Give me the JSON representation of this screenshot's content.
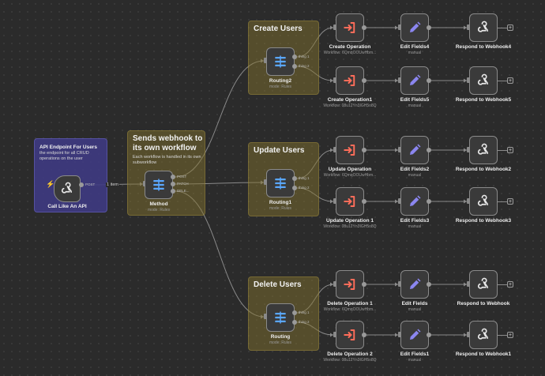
{
  "stickies": {
    "api": {
      "title": "API Endpoint For Users",
      "body": "the endpoint for all CRUD operations on the user"
    },
    "sends": {
      "title_line1": "Sends webhook to",
      "title_line2": "its own workflow",
      "body": "Each workflow is handled in its own subworkflow"
    },
    "create": {
      "title": "Create Users"
    },
    "update": {
      "title": "Update Users"
    },
    "delete": {
      "title": "Delete Users"
    }
  },
  "nodes": {
    "call_api": {
      "name": "Call Like An API",
      "icon": "webhook-icon",
      "out_port": "POST"
    },
    "method": {
      "name": "Method",
      "sub": "mode: Rules",
      "icon": "switch-icon",
      "out_ports": [
        "POST",
        "PATCH",
        "DELE..."
      ]
    },
    "routing2": {
      "name": "Routing2",
      "sub": "mode: Rules",
      "icon": "switch-icon",
      "out_ports": [
        "thing 1",
        "thing 2"
      ]
    },
    "routing1": {
      "name": "Routing1",
      "sub": "mode: Rules",
      "icon": "switch-icon",
      "out_ports": [
        "thing 1",
        "thing 2"
      ]
    },
    "routing": {
      "name": "Routing",
      "sub": "mode: Rules",
      "icon": "switch-icon",
      "out_ports": [
        "thing 1",
        "thing 2"
      ]
    },
    "create_op": {
      "name": "Create Operation",
      "sub": "Workflow: 6QmqOOUwHbm...",
      "icon": "execute-workflow-icon"
    },
    "create_op1": {
      "name": "Create Operation1",
      "sub": "Workflow: 08u12Yn3IGH5o8Q",
      "icon": "execute-workflow-icon"
    },
    "update_op": {
      "name": "Update Operation",
      "sub": "Workflow: 6QmqOOUwHbm...",
      "icon": "execute-workflow-icon"
    },
    "update_op1": {
      "name": "Update Operation 1",
      "sub": "Workflow: 08u12Yn3IGH5o8Q",
      "icon": "execute-workflow-icon"
    },
    "delete_op1": {
      "name": "Delete Operation 1",
      "sub": "Workflow: 6QmqOOUwHbm...",
      "icon": "execute-workflow-icon"
    },
    "delete_op2": {
      "name": "Delete Operation 2",
      "sub": "Workflow: 08u12Yn3IGH5o8Q",
      "icon": "execute-workflow-icon"
    },
    "edit4": {
      "name": "Edit Fields4",
      "sub": "manual",
      "icon": "pencil-icon"
    },
    "edit5": {
      "name": "Edit Fields5",
      "sub": "manual",
      "icon": "pencil-icon"
    },
    "edit2": {
      "name": "Edit Fields2",
      "sub": "manual",
      "icon": "pencil-icon"
    },
    "edit3": {
      "name": "Edit Fields3",
      "sub": "manual",
      "icon": "pencil-icon"
    },
    "edit": {
      "name": "Edit Fields",
      "sub": "manual",
      "icon": "pencil-icon"
    },
    "edit1": {
      "name": "Edit Fields1",
      "sub": "manual",
      "icon": "pencil-icon"
    },
    "respond4": {
      "name": "Respond to Webhook4",
      "icon": "webhook-icon"
    },
    "respond5": {
      "name": "Respond to Webhook5",
      "icon": "webhook-icon"
    },
    "respond2": {
      "name": "Respond to Webhook2",
      "icon": "webhook-icon"
    },
    "respond3": {
      "name": "Respond to Webhook3",
      "icon": "webhook-icon"
    },
    "respond": {
      "name": "Respond to Webhook",
      "icon": "webhook-icon"
    },
    "respond1": {
      "name": "Respond to Webhook1",
      "icon": "webhook-icon"
    }
  },
  "edge_labels": {
    "items_count": "1 item"
  },
  "add_button_glyph": "+",
  "colors": {
    "background": "#2b2b2b",
    "sticky_yellow": "#84742e",
    "sticky_purple": "#3e3a82",
    "switch_blue": "#5aa7ff",
    "execute_red": "#ff6d5a",
    "edit_purple": "#8b86f0",
    "edge": "#8a8a8a"
  }
}
